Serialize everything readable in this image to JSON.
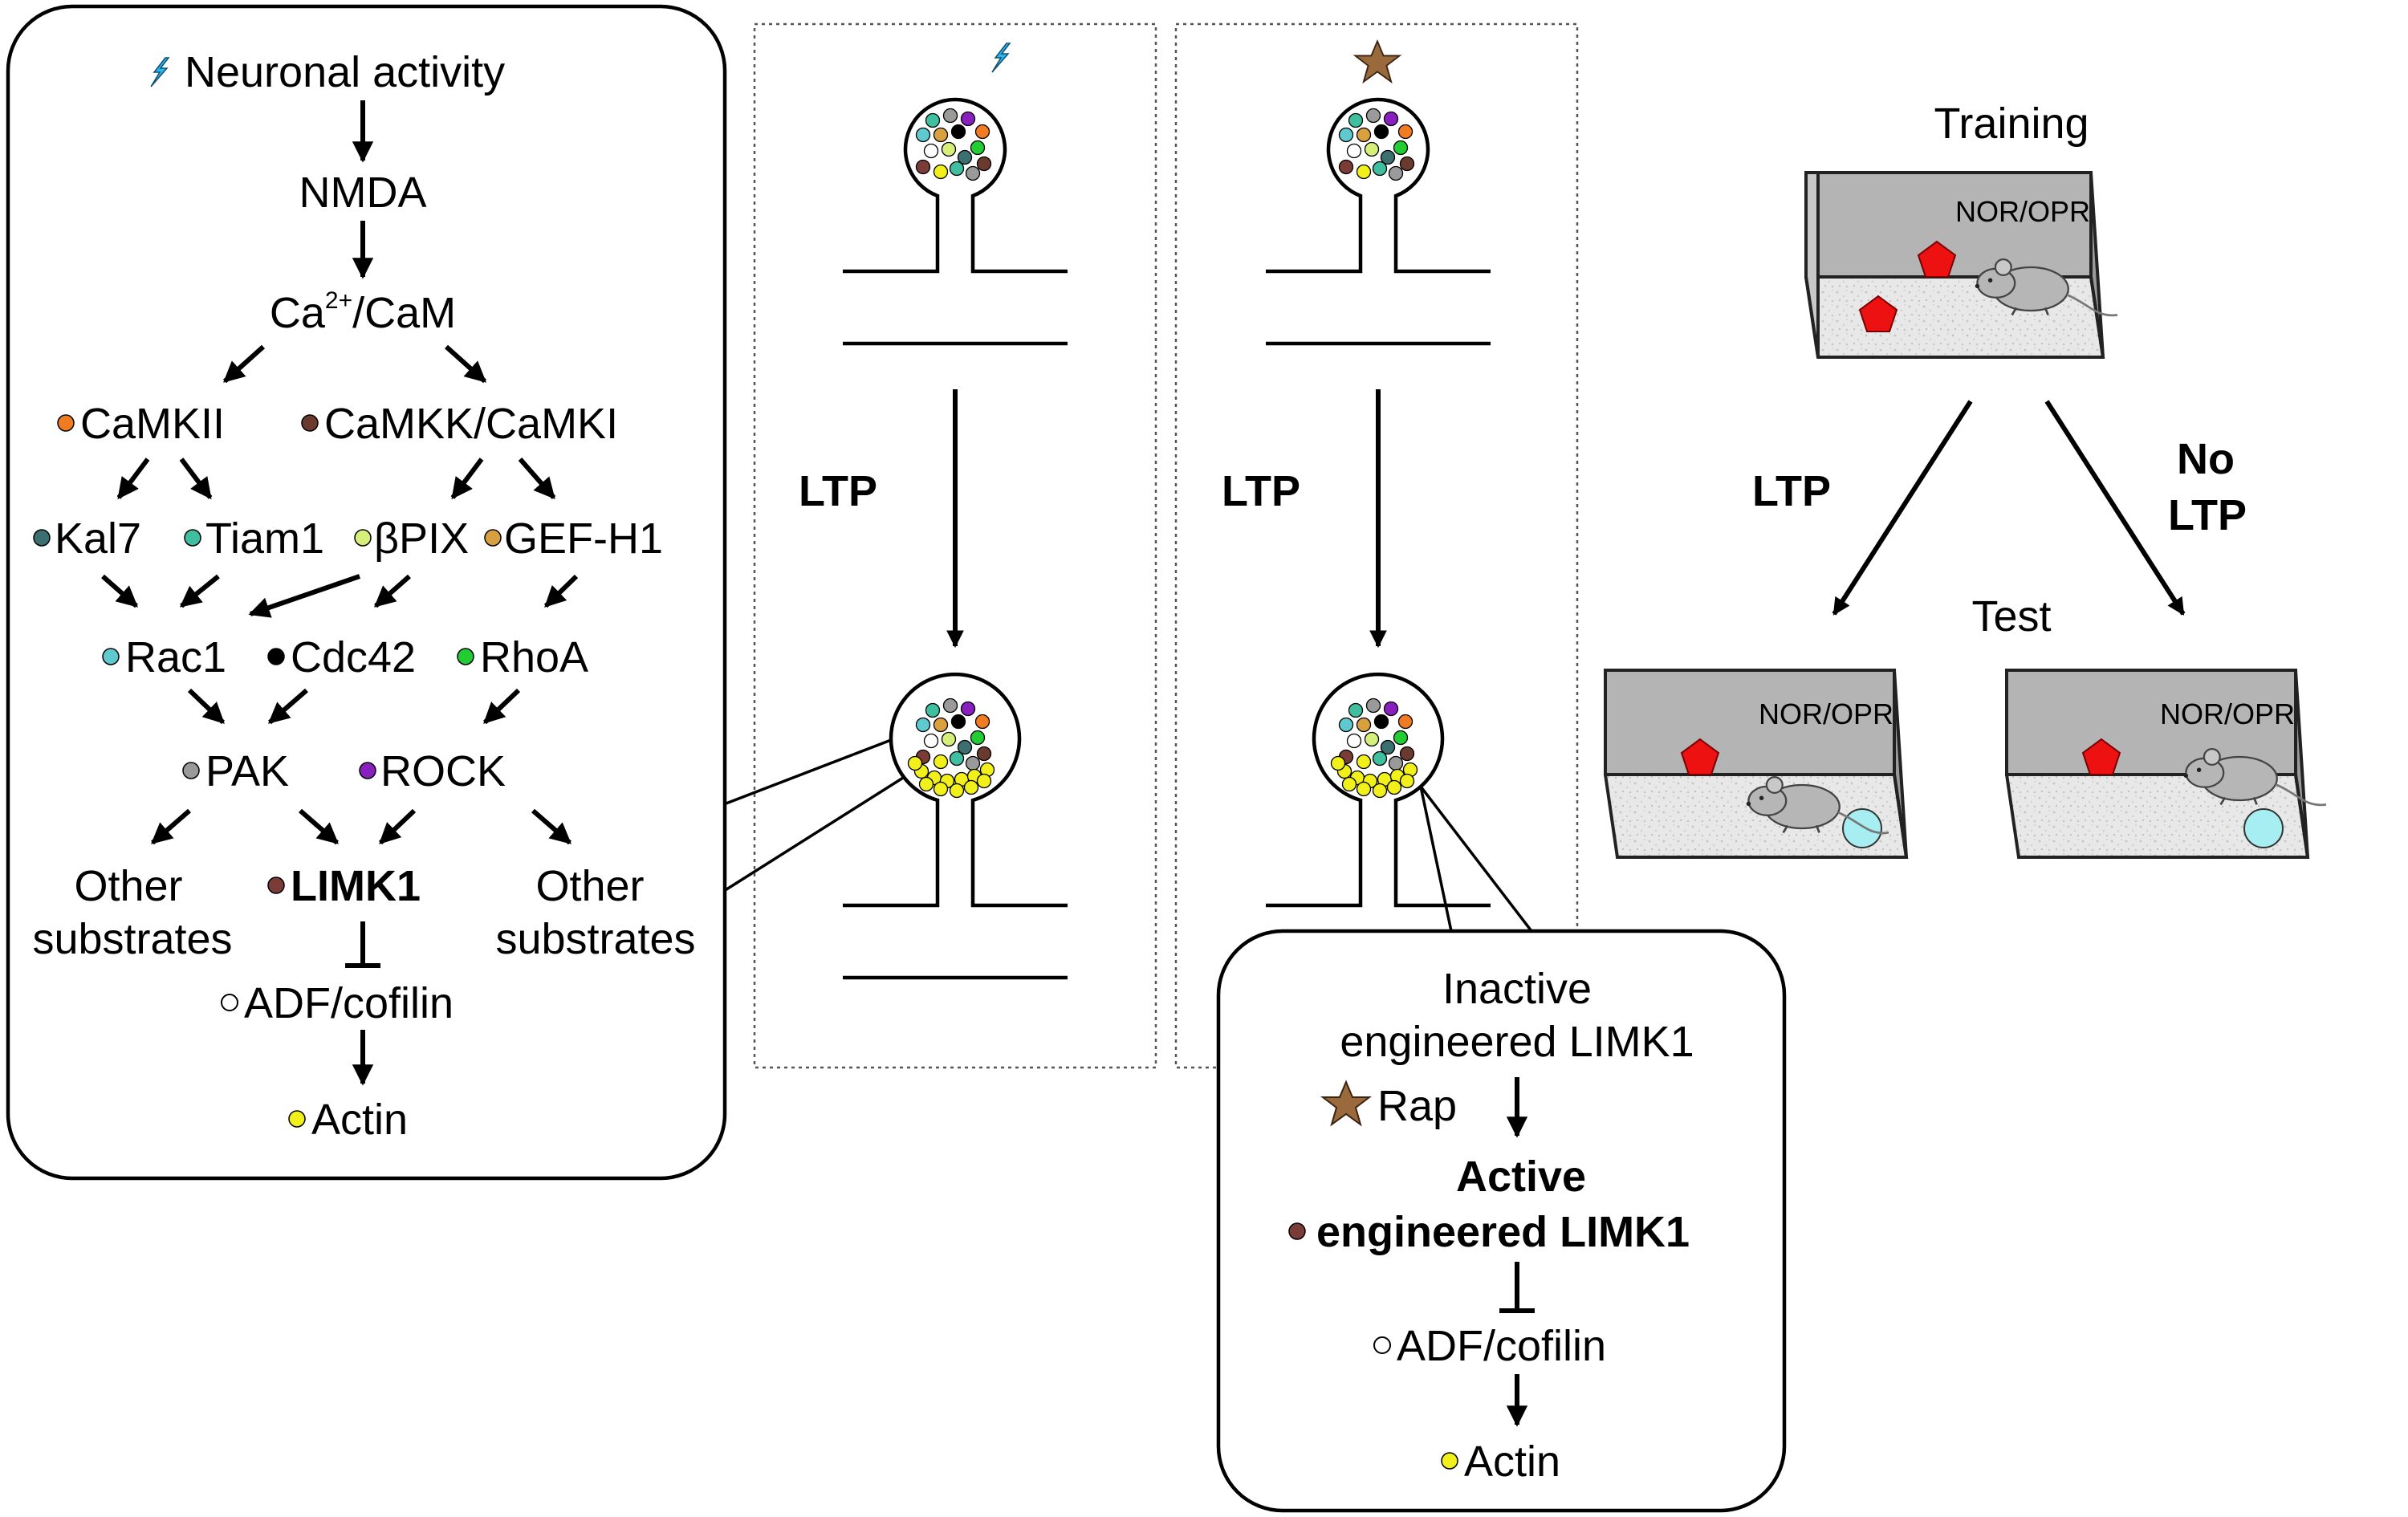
{
  "colors": {
    "camkii": "#f07b22",
    "camkk": "#6b3a2e",
    "kal7": "#3c6f6f",
    "tiam1": "#3fbfa0",
    "bpix": "#d6ee7a",
    "gefh1": "#d9a040",
    "rac1": "#5fc9d0",
    "cdc42": "#000000",
    "rhoa": "#22cc33",
    "pak": "#9a9a9a",
    "rock": "#8a1fc0",
    "limk1": "#7b3b36",
    "cofilin": "#ffffff",
    "actin": "#f2f01a",
    "limk_text": "#9b4a48",
    "blue_text": "#1a1aee",
    "bolt": "#2bb5ee",
    "star": "#9a6a3c",
    "pentagon": "#ee1111",
    "ball": "#a6eef2",
    "arena_wall": "#b4b4b4",
    "arena_floor": "#e6e6e6"
  },
  "icons": {
    "activity": "lightning-bolt-icon",
    "rapalog": "star-icon",
    "object_familiar": "red-pentagon",
    "object_novel": "cyan-ball",
    "animal": "mouse-icon"
  },
  "pathway": {
    "neuronal_activity": "Neuronal activity",
    "nmda": "NMDA",
    "ca_base": "Ca",
    "ca_sup": "2+",
    "ca_rest": "/CaM",
    "camkii": "CaMKII",
    "camkk": "CaMKK/CaMKI",
    "kal7": "Kal7",
    "tiam1": "Tiam1",
    "bpix": "βPIX",
    "gefh1": "GEF-H1",
    "rac1": "Rac1",
    "cdc42": "Cdc42",
    "rhoa": "RhoA",
    "pak": "PAK",
    "rock": "ROCK",
    "other_left_1": "Other",
    "other_left_2": "substrates",
    "limk1": "LIMK1",
    "other_right_1": "Other",
    "other_right_2": "substrates",
    "cofilin": "ADF/cofilin",
    "actin": "Actin"
  },
  "spine_panels": {
    "ltp_left": "LTP",
    "ltp_right": "LTP"
  },
  "engineered": {
    "line1": "Inactive",
    "line2": "engineered LIMK1",
    "rap": "Rap",
    "active_1": "Active",
    "active_2": "engineered LIMK1",
    "cofilin": "ADF/cofilin",
    "actin": "Actin"
  },
  "behavior": {
    "training": "Training",
    "test": "Test",
    "ltp": "LTP",
    "no_ltp_1": "No",
    "no_ltp_2": "LTP",
    "arena_label_top": "NOR/OPR",
    "arena_label_left": "NOR/OPR",
    "arena_label_right": "NOR/OPR"
  }
}
